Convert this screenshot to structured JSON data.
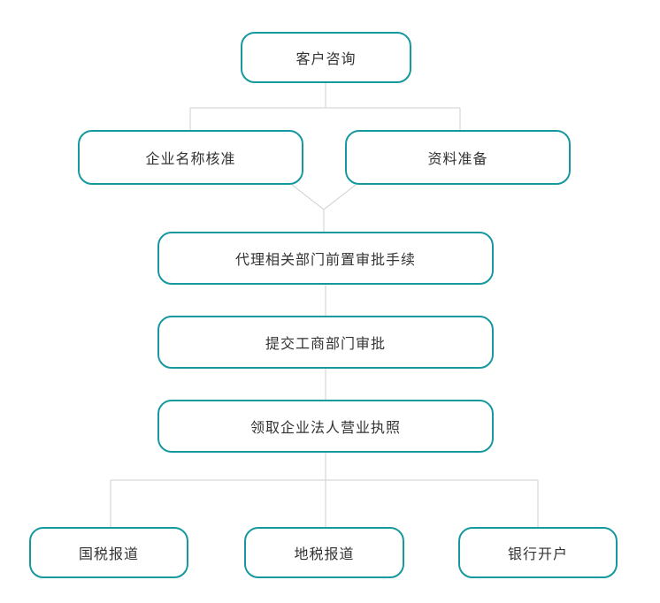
{
  "diagram": {
    "type": "flowchart",
    "colors": {
      "node_border": "#16989f",
      "node_background": "#ffffff",
      "connector": "#cfcfcf",
      "text": "#333333"
    },
    "nodes": [
      {
        "id": "customer-consultation",
        "label": "客户咨询"
      },
      {
        "id": "company-name-approval",
        "label": "企业名称核准"
      },
      {
        "id": "material-preparation",
        "label": "资料准备"
      },
      {
        "id": "agency-pre-approval-procedures",
        "label": "代理相关部门前置审批手续"
      },
      {
        "id": "submit-industry-commerce-approval",
        "label": "提交工商部门审批"
      },
      {
        "id": "obtain-business-license",
        "label": "领取企业法人营业执照"
      },
      {
        "id": "national-tax-registration",
        "label": "国税报道"
      },
      {
        "id": "local-tax-registration",
        "label": "地税报道"
      },
      {
        "id": "bank-account-opening",
        "label": "银行开户"
      }
    ],
    "edges": [
      {
        "from": "客户咨询",
        "to": "企业名称核准"
      },
      {
        "from": "客户咨询",
        "to": "资料准备"
      },
      {
        "from": "企业名称核准",
        "to": "代理相关部门前置审批手续"
      },
      {
        "from": "资料准备",
        "to": "代理相关部门前置审批手续"
      },
      {
        "from": "代理相关部门前置审批手续",
        "to": "提交工商部门审批"
      },
      {
        "from": "提交工商部门审批",
        "to": "领取企业法人营业执照"
      },
      {
        "from": "领取企业法人营业执照",
        "to": "国税报道"
      },
      {
        "from": "领取企业法人营业执照",
        "to": "地税报道"
      },
      {
        "from": "领取企业法人营业执照",
        "to": "银行开户"
      }
    ]
  }
}
